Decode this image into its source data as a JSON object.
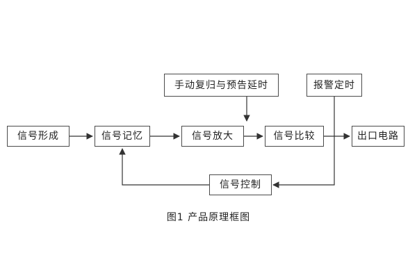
{
  "diagram": {
    "caption": "图1 产品原理框图",
    "nodes": {
      "signal_formation": "信号形成",
      "signal_memory": "信号记忆",
      "signal_amplification": "信号放大",
      "signal_comparison": "信号比较",
      "output_circuit": "出口电路",
      "manual_reset_delay": "手动复归与预告延时",
      "alarm_timing": "报警定时",
      "signal_control": "信号控制"
    },
    "colors": {
      "background": "#ffffff",
      "box_border": "#4a4a4a",
      "line": "#333333",
      "text": "#222222"
    }
  }
}
